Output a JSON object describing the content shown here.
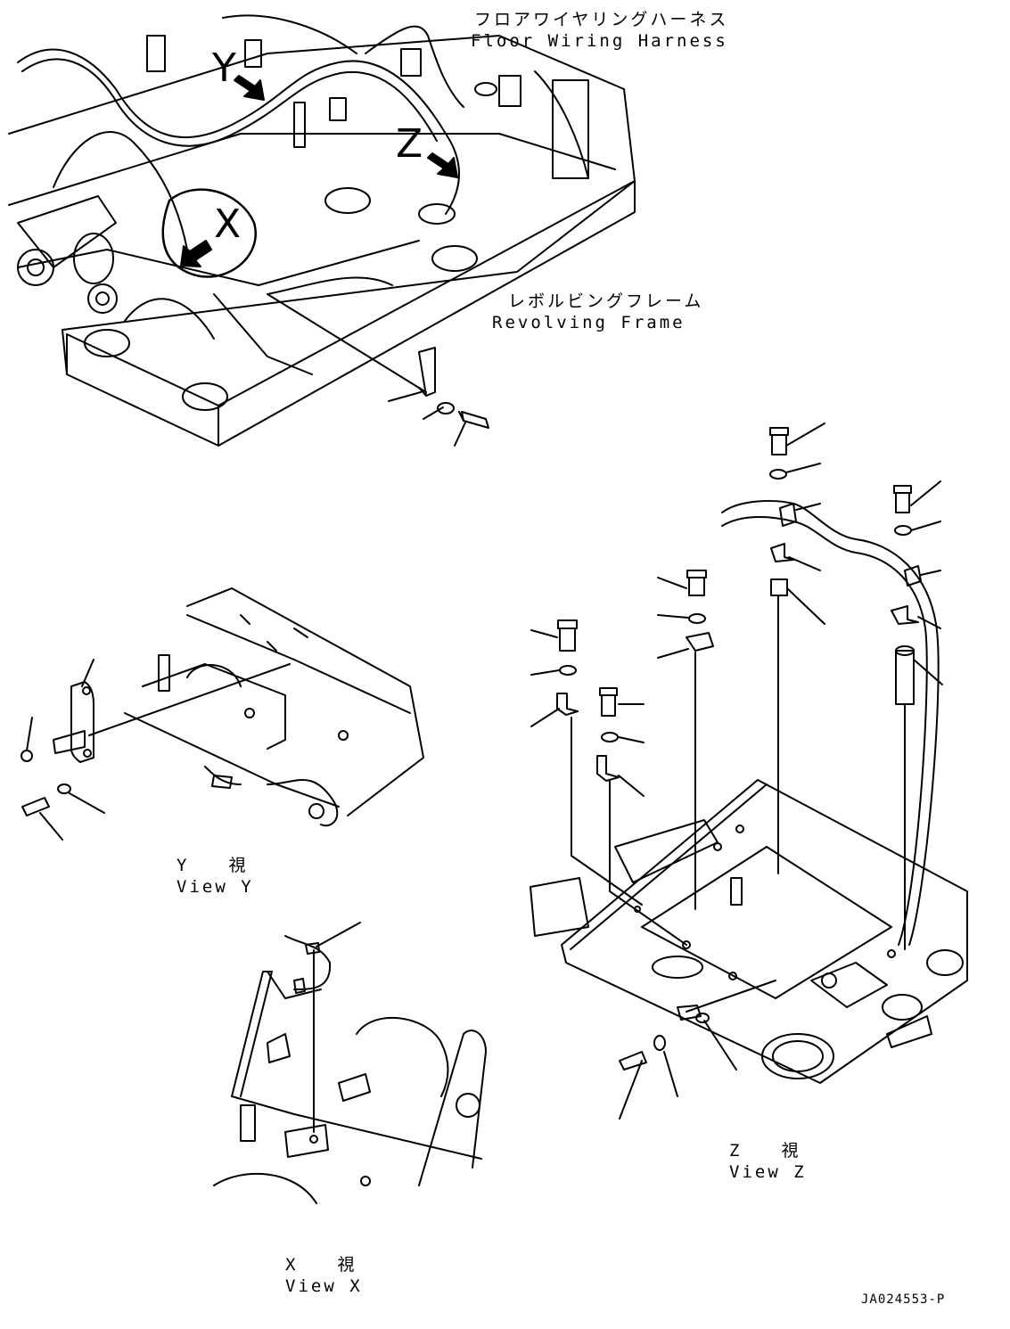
{
  "labels": {
    "floor_harness_jp": "フロアワイヤリングハーネス",
    "floor_harness_en": "Floor Wiring Harness",
    "revolving_frame_jp": "レボルビングフレーム",
    "revolving_frame_en": "Revolving Frame",
    "view_y_jp": "Y　　視",
    "view_y_en": "View Y",
    "view_x_jp": "X　　視",
    "view_x_en": "View X",
    "view_z_jp": "Z　　視",
    "view_z_en": "View Z",
    "drawing_number": "JA024553-P"
  },
  "callouts": {
    "x": "X",
    "y": "Y",
    "z": "Z"
  }
}
